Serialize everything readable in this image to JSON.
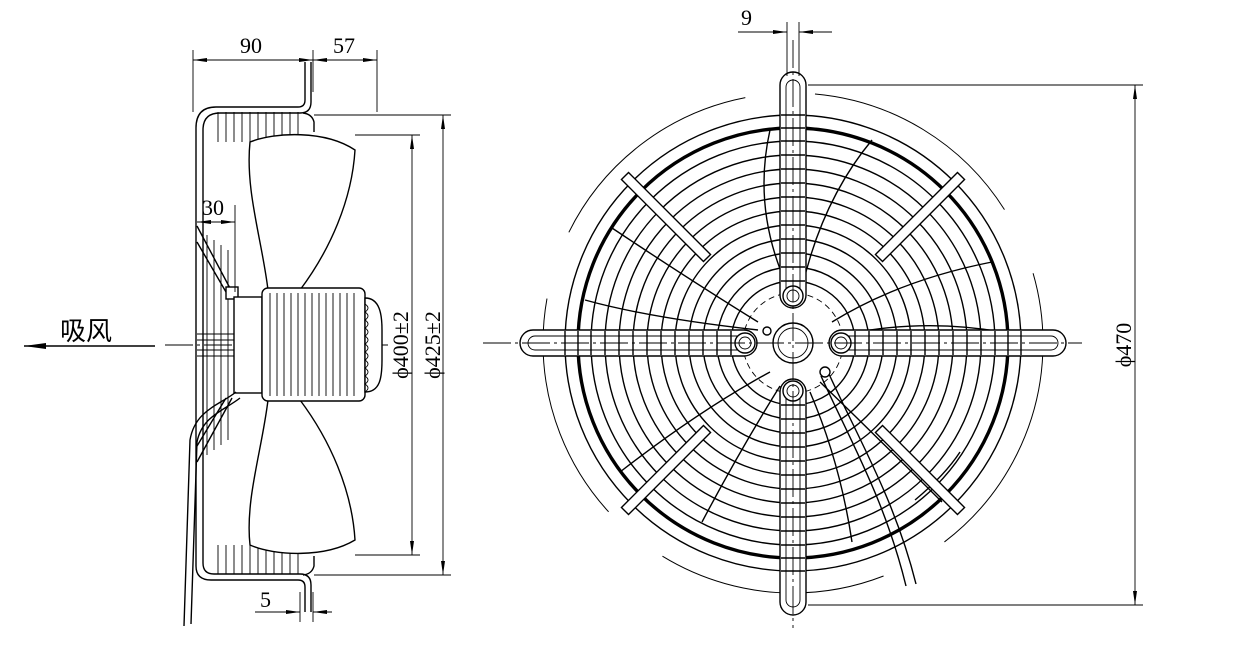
{
  "side_view": {
    "dim_90": "90",
    "dim_57": "57",
    "dim_30": "30",
    "dim_5": "5",
    "dim_d400": "ϕ400±2",
    "dim_d425": "ϕ425±2",
    "airflow_label": "吸风"
  },
  "front_view": {
    "dim_9": "9",
    "dim_d470": "ϕ470"
  }
}
